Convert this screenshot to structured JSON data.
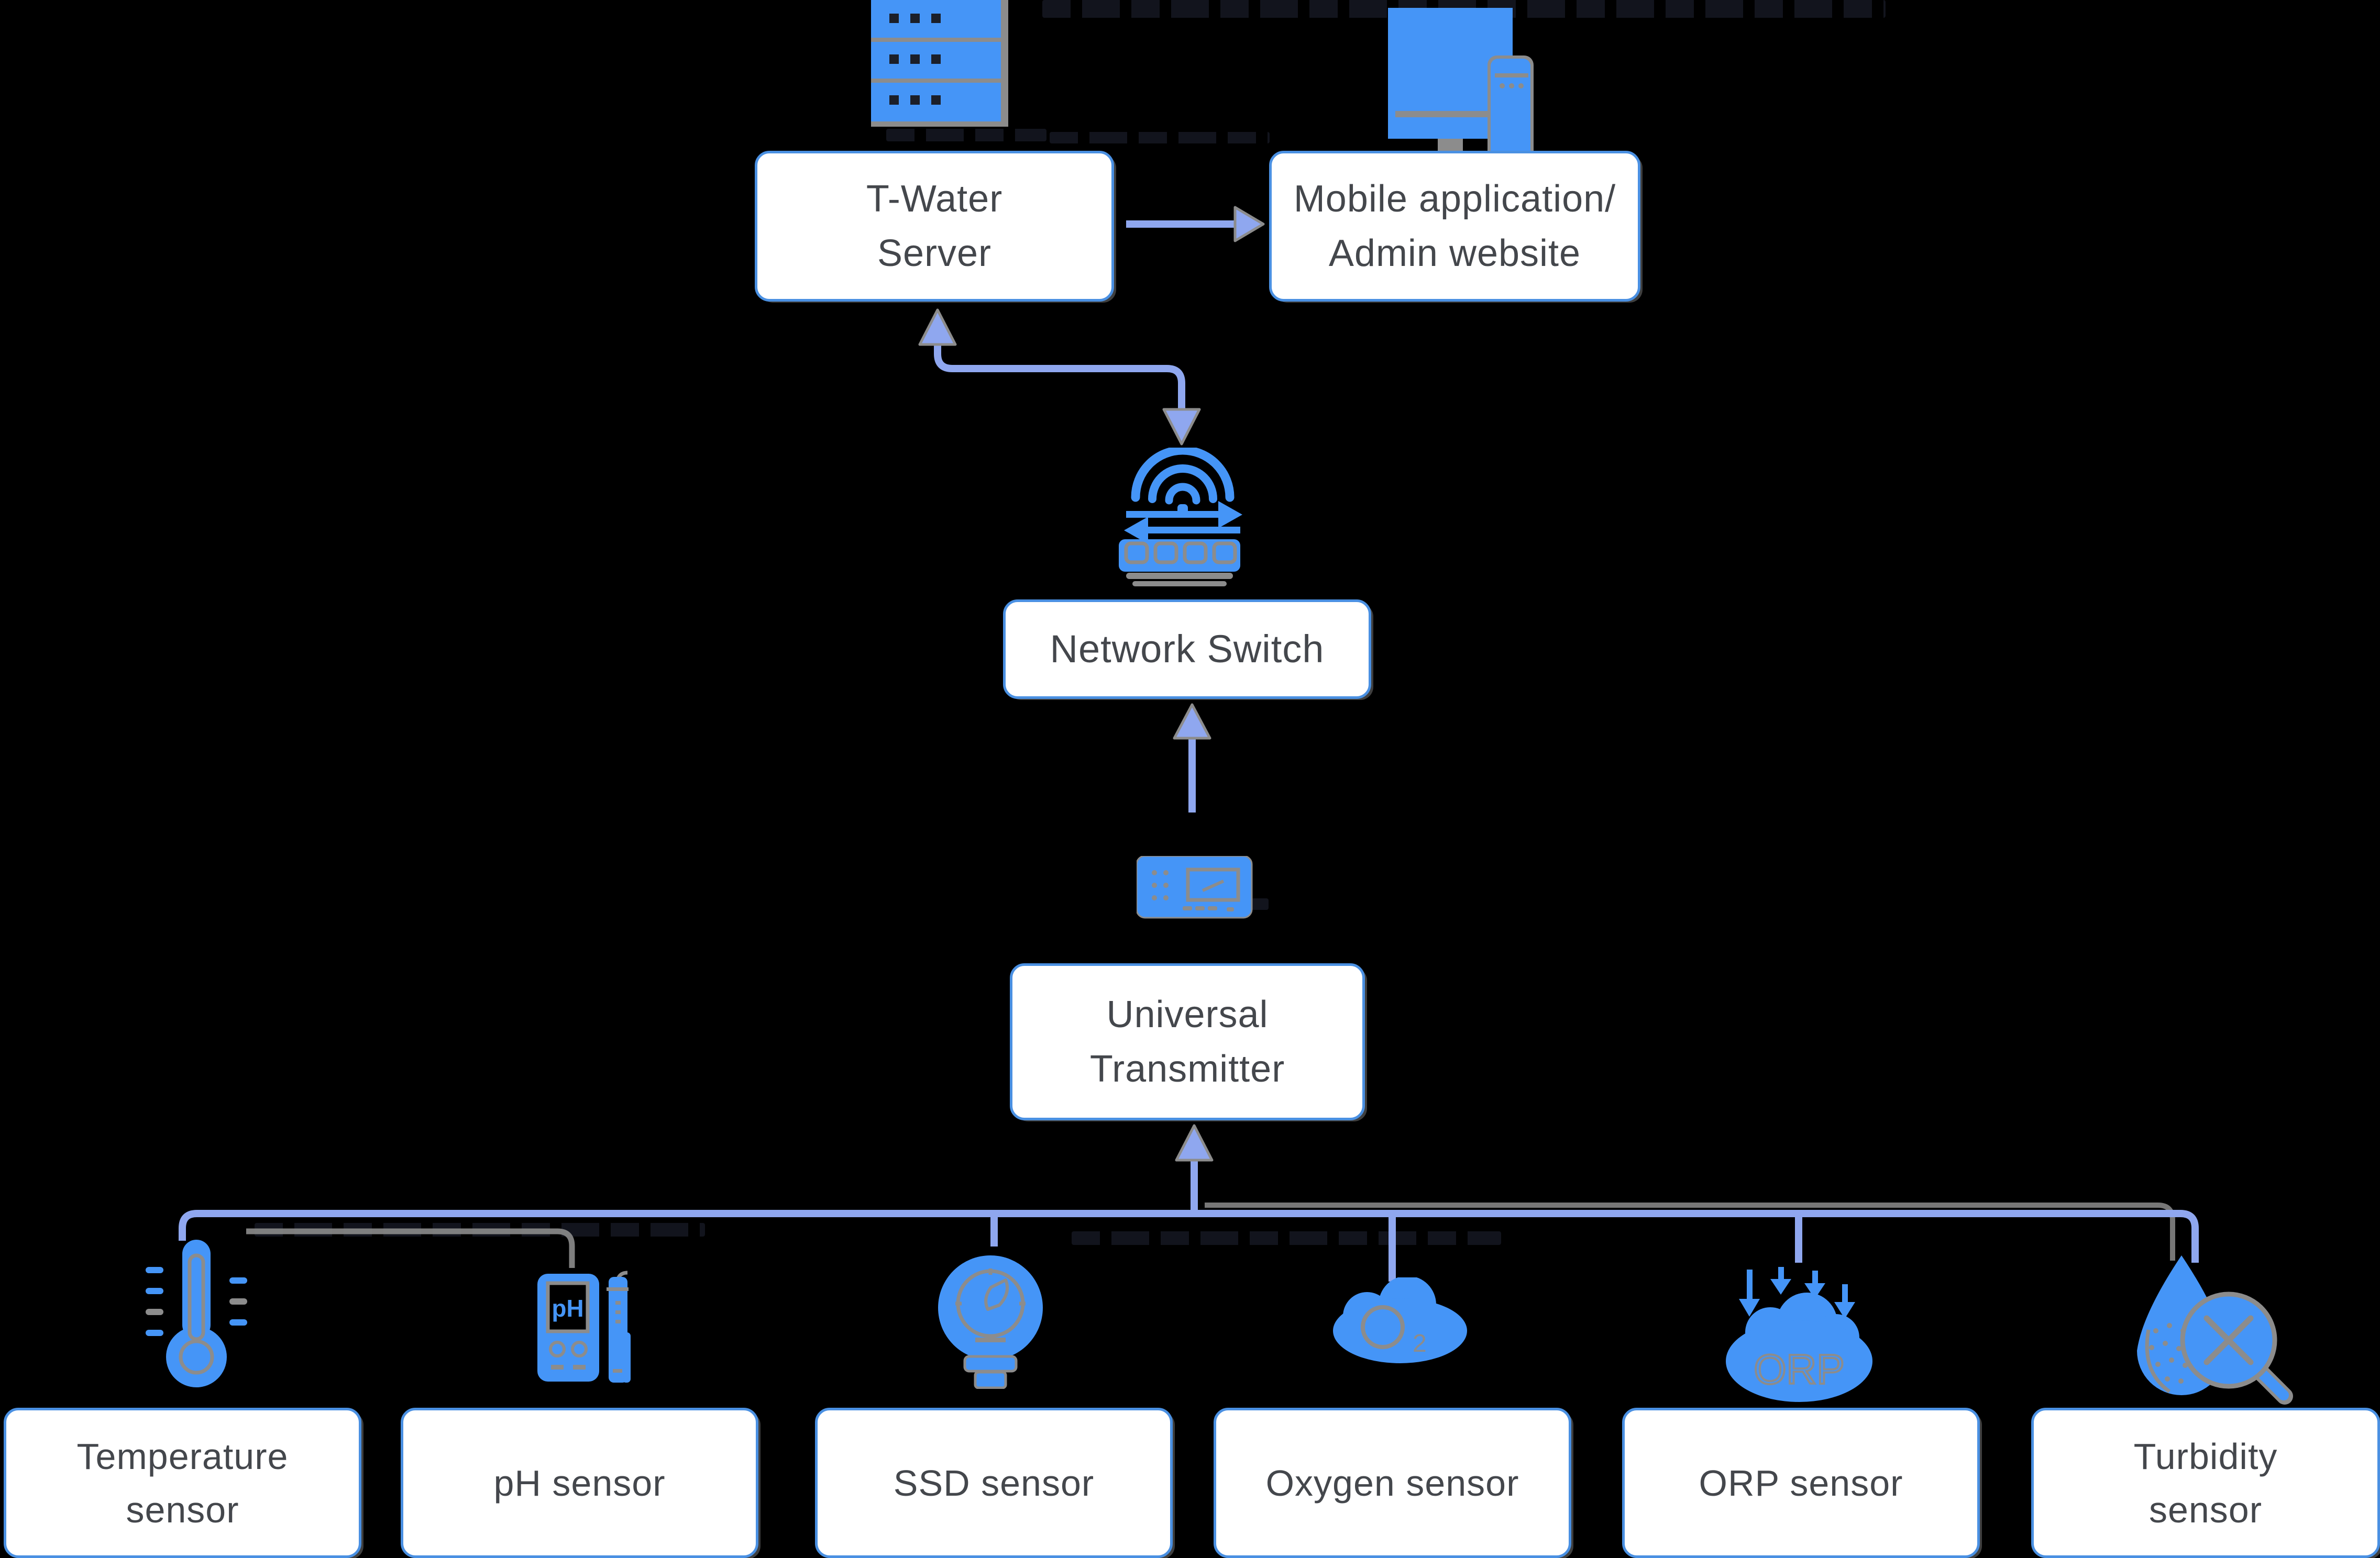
{
  "colors": {
    "icon_blue": "#4595F7",
    "connector": "#8FA7EF",
    "gray": "#8C8C8C",
    "box_border": "#4A90E2",
    "box_fill": "#FFFFFF",
    "box_text": "#44474C",
    "artifact": "#12141D",
    "bg": "#000000"
  },
  "boxes": {
    "server": {
      "line1": "T-Water",
      "line2": "Server"
    },
    "client": {
      "line1": "Mobile application/",
      "line2": "Admin website"
    },
    "switch": {
      "line1": "Network Switch",
      "line2": ""
    },
    "transmitter": {
      "line1": "Universal",
      "line2": "Transmitter"
    }
  },
  "sensors": [
    {
      "line1": "Temperature",
      "line2": "sensor"
    },
    {
      "line1": "pH sensor",
      "line2": ""
    },
    {
      "line1": "SSD sensor",
      "line2": ""
    },
    {
      "line1": "Oxygen sensor",
      "line2": ""
    },
    {
      "line1": "ORP sensor",
      "line2": ""
    },
    {
      "line1": "Turbidity",
      "line2": "sensor"
    }
  ],
  "icon_labels": {
    "ph_screen": "pH",
    "oxygen_main": "O",
    "oxygen_sub": "2",
    "orp": "ORP"
  }
}
